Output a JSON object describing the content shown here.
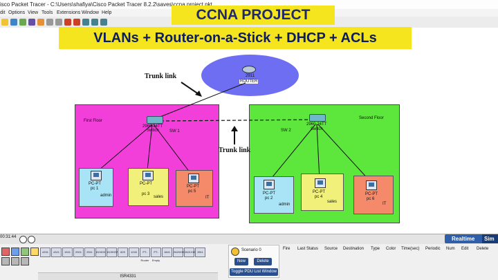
{
  "window": {
    "title": "Cisco Packet Tracer 8.2.2\\saves\\ccna project.pkt",
    "title_prefix": "isco Packet Tracer - C:\\Users\\shafiya\\Cisco Packet Tracer 8.2.2\\saves\\ccna project.pkt"
  },
  "menu": [
    "dit",
    "Options",
    "View",
    "Tools",
    "Extensions",
    "Window",
    "Help"
  ],
  "banner": {
    "title": "CCNA PROJECT",
    "subtitle": "VLANs + Router-on-a-Stick + DHCP + ACLs"
  },
  "topology": {
    "router": {
      "model": "2911",
      "name": "ROUTER"
    },
    "annotations": {
      "trunk_top": "Trunk link",
      "trunk_mid": "Trunk link"
    },
    "floor1": {
      "label": "First Floor",
      "switch": {
        "model": "2960-24TT",
        "name": "Switch",
        "tag": "SW 1"
      },
      "pcs": [
        {
          "type": "PC-PT",
          "name": "pc 1",
          "vlan": "admin"
        },
        {
          "type": "PC-PT",
          "name": "pc 3",
          "vlan": "sales"
        },
        {
          "type": "PC-PT",
          "name": "pc 5",
          "vlan": "IT"
        }
      ]
    },
    "floor2": {
      "label": "Second Floor",
      "switch": {
        "model": "2960-24TT",
        "name": "Switch",
        "tag": "SW 2"
      },
      "pcs": [
        {
          "type": "PC-PT",
          "name": "pc 2",
          "vlan": "admin"
        },
        {
          "type": "PC-PT",
          "name": "pc 4",
          "vlan": "sales"
        },
        {
          "type": "PC-PT",
          "name": "pc 6",
          "vlan": "IT"
        }
      ]
    },
    "colors": {
      "floor1": "#f23fd9",
      "floor2": "#5de63c",
      "admin": "#a8e4f5",
      "sales": "#f0f07a",
      "it": "#f58a6a",
      "router_area": "#6e6ef2"
    }
  },
  "bottom": {
    "time": "00:31:44",
    "mode_realtime": "Realtime",
    "mode_sim": "Sim",
    "devices": [
      "4331",
      "4321",
      "1941",
      "2901",
      "2911",
      "819IOX",
      "819HGW",
      "829",
      "1240",
      "PT-Router",
      "PT-Empty",
      "1841",
      "2620XM",
      "2621XM",
      "2811"
    ],
    "selected_device": "ISR4331",
    "scenario": {
      "label": "Scenario 0",
      "new": "New",
      "delete": "Delete",
      "toggle": "Toggle PDU List Window"
    },
    "pdu_columns": [
      "Fire",
      "Last Status",
      "Source",
      "Destination",
      "Type",
      "Color",
      "Time(sec)",
      "Periodic",
      "Num",
      "Edit",
      "Delete"
    ]
  }
}
